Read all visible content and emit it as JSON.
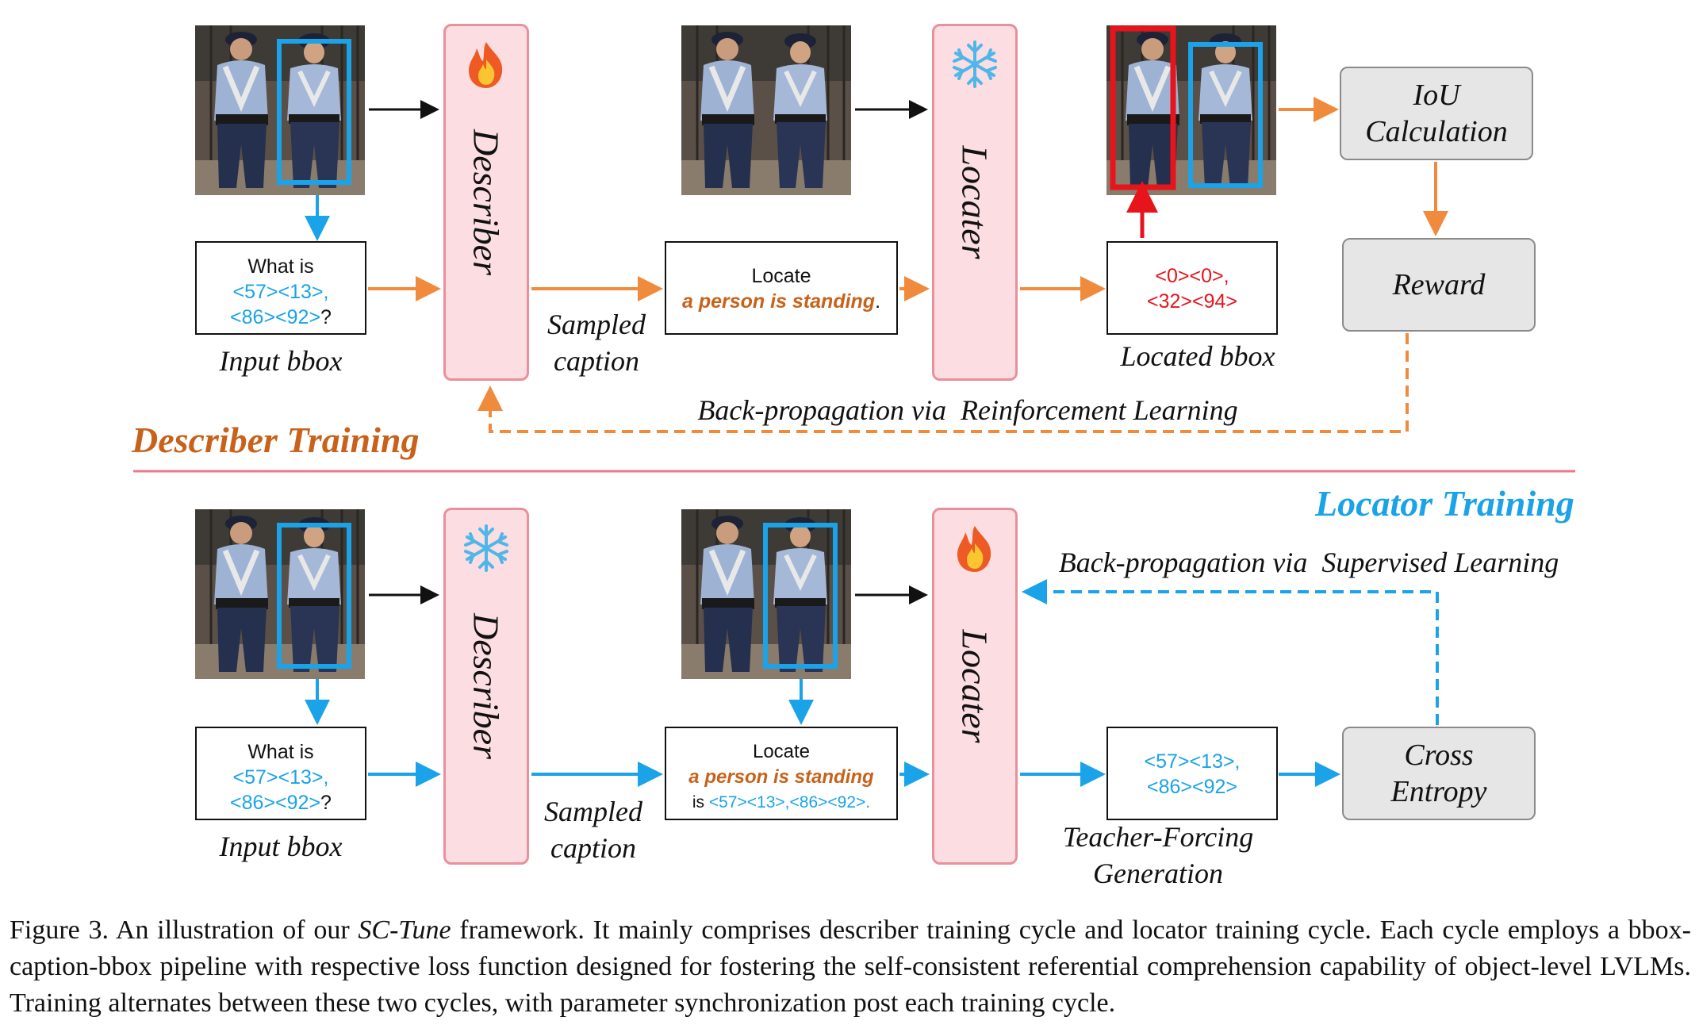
{
  "describer_cycle": {
    "title": "Describer Training",
    "input_box": {
      "line1": "What is",
      "coords1": "<57><13>,",
      "coords2": "<86><92>",
      "suffix": "?"
    },
    "input_label": "Input bbox",
    "module1": "Describer",
    "module1_state": "fire-icon",
    "caption_box": {
      "line1": "Locate",
      "phrase": "a person is standing",
      "suffix": "."
    },
    "sampled_label_1": "Sampled",
    "sampled_label_2": "caption",
    "module2": "Locater",
    "module2_state": "snowflake-icon",
    "located_box": {
      "coords1": "<0><0>,",
      "coords2": "<32><94>"
    },
    "located_label": "Located bbox",
    "iou_1": "IoU",
    "iou_2": "Calculation",
    "reward": "Reward",
    "backprop": "Back-propagation via  Reinforcement Learning"
  },
  "locator_cycle": {
    "title": "Locator Training",
    "input_box": {
      "line1": "What is",
      "coords1": "<57><13>,",
      "coords2": "<86><92>",
      "suffix": "?"
    },
    "input_label": "Input bbox",
    "module1": "Describer",
    "module1_state": "snowflake-icon",
    "caption_box": {
      "line1": "Locate",
      "phrase": "a person is standing",
      "prefix3": "is ",
      "coords": "<57><13>,<86><92>."
    },
    "sampled_label_1": "Sampled",
    "sampled_label_2": "caption",
    "module2": "Locater",
    "module2_state": "fire-icon",
    "target_box": {
      "coords1": "<57><13>,",
      "coords2": "<86><92>"
    },
    "tf_label_1": "Teacher-Forcing",
    "tf_label_2": "Generation",
    "ce_1": "Cross",
    "ce_2": "Entropy",
    "backprop": "Back-propagation via  Supervised Learning"
  },
  "figure_caption": {
    "prefix": "Figure 3.  An illustration of our ",
    "name": "SC-Tune",
    "rest": " framework.  It mainly comprises describer training cycle and locator training cycle. Each cycle employs a bbox-caption-bbox pipeline with respective loss function designed for fostering the self-consistent referential comprehension capability of object-level LVLMs. Training alternates between these two cycles, with parameter synchronization post each training cycle."
  },
  "colors": {
    "orange": "#f08a3c",
    "blue": "#1aa3e8",
    "red": "#e8141c",
    "module_fill": "#fbdde2",
    "module_border": "#e8909c",
    "divider": "#e87a8a"
  }
}
